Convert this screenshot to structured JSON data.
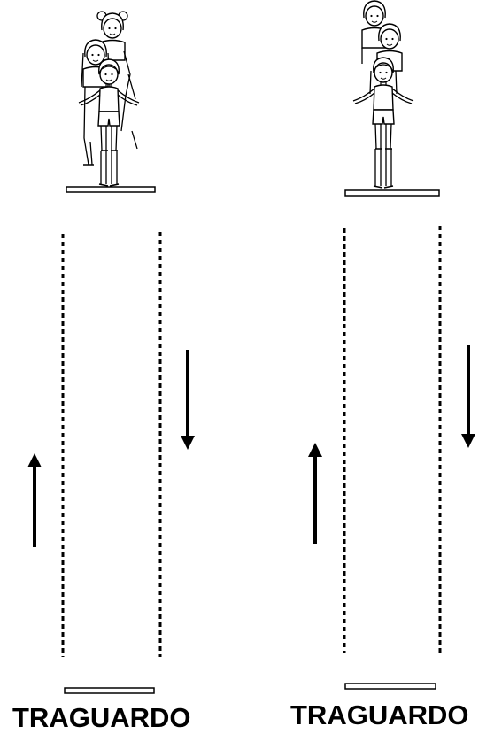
{
  "lanes": [
    {
      "finish_label": "TRAGUARDO",
      "children_count": 3,
      "up_arrow": true,
      "down_arrow": true
    },
    {
      "finish_label": "TRAGUARDO",
      "children_count": 3,
      "up_arrow": true,
      "down_arrow": true
    }
  ],
  "colors": {
    "ink": "#000000",
    "background": "#ffffff",
    "skin": "#ffffff"
  },
  "icons": [
    "children-group-icon",
    "start-line-icon",
    "finish-line-icon",
    "arrow-up-icon",
    "arrow-down-icon",
    "dashed-lane-line"
  ]
}
